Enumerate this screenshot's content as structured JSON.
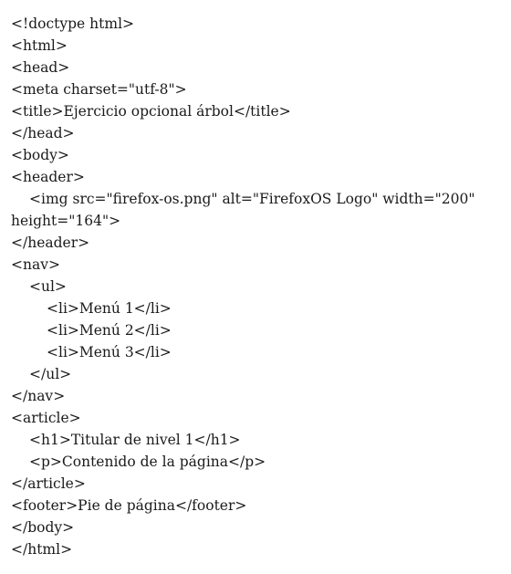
{
  "document": {
    "lines": [
      {
        "text": "<!doctype html>",
        "indent": 0
      },
      {
        "text": "<html>",
        "indent": 0
      },
      {
        "text": "<head>",
        "indent": 0
      },
      {
        "text": "<meta charset=\"utf-8\">",
        "indent": 0
      },
      {
        "text": "<title>Ejercicio opcional árbol</title>",
        "indent": 0
      },
      {
        "text": "</head>",
        "indent": 0
      },
      {
        "text": "<body>",
        "indent": 0
      },
      {
        "text": "<header>",
        "indent": 0
      },
      {
        "text": "<img src=\"firefox-os.png\" alt=\"FirefoxOS Logo\" width=\"200\"",
        "indent": 1
      },
      {
        "text": "height=\"164\">",
        "indent": 0
      },
      {
        "text": "</header>",
        "indent": 0
      },
      {
        "text": "<nav>",
        "indent": 0
      },
      {
        "text": "<ul>",
        "indent": 1
      },
      {
        "text": "<li>Menú 1</li>",
        "indent": 2
      },
      {
        "text": "<li>Menú 2</li>",
        "indent": 2
      },
      {
        "text": "<li>Menú 3</li>",
        "indent": 2
      },
      {
        "text": "</ul>",
        "indent": 1
      },
      {
        "text": "</nav>",
        "indent": 0
      },
      {
        "text": "<article>",
        "indent": 0
      },
      {
        "text": "<h1>Titular de nivel 1</h1>",
        "indent": 1
      },
      {
        "text": "<p>Contenido de la página</p>",
        "indent": 1
      },
      {
        "text": "</article>",
        "indent": 0
      },
      {
        "text": "<footer>Pie de página</footer>",
        "indent": 0
      },
      {
        "text": "</body>",
        "indent": 0
      },
      {
        "text": "</html>",
        "indent": 0
      }
    ]
  }
}
